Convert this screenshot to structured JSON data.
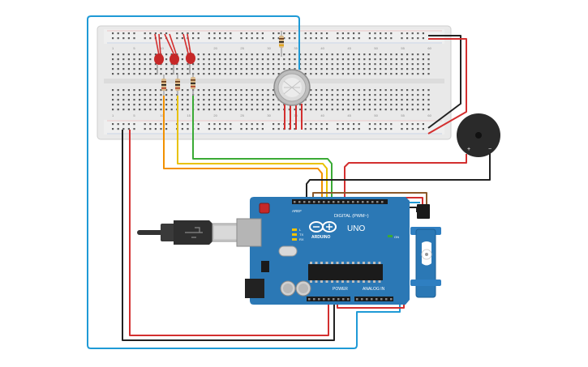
{
  "breadboard": {
    "column_labels": [
      "1",
      "5",
      "10",
      "15",
      "20",
      "25",
      "30",
      "35",
      "40",
      "45",
      "50",
      "55",
      "60"
    ]
  },
  "arduino": {
    "brand": "ARDUINO",
    "model": "UNO",
    "digital_header_label": "DIGITAL (PWM~)",
    "power_header_label": "POWER",
    "analog_header_label": "ANALOG IN",
    "led_labels": [
      "L",
      "TX",
      "RX"
    ],
    "on_label": "ON",
    "aref_label": "AREF",
    "gnd_label": "GND"
  },
  "buzzer": {
    "plus_label": "+",
    "minus_label": "−"
  },
  "colors": {
    "wire_blue": "#1f9ad6",
    "wire_red": "#d32f2f",
    "wire_black": "#222222",
    "wire_orange": "#f29100",
    "wire_yellow": "#e8c200",
    "wire_green": "#3aaa35",
    "wire_brown": "#8b5a2b",
    "board_blue": "#2b78b5",
    "breadboard": "#e6e6e6"
  },
  "components": {
    "leds": 3,
    "resistors": 4
  }
}
